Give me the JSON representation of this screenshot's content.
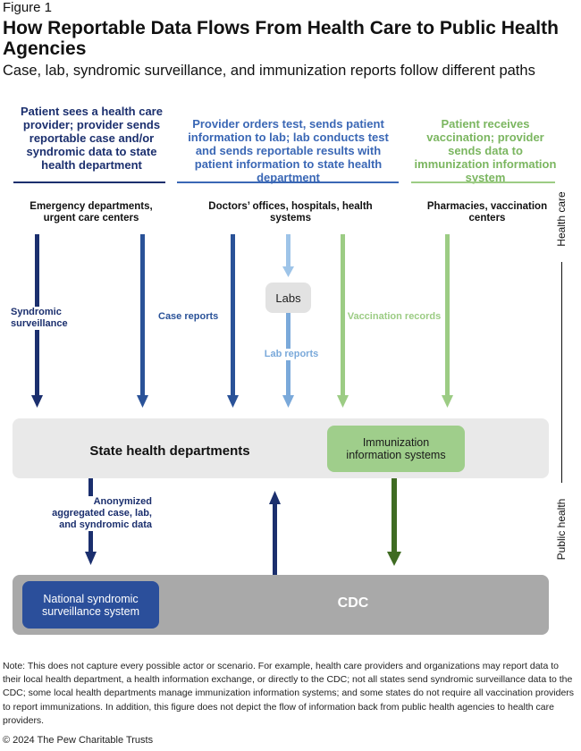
{
  "figure_label": "Figure 1",
  "title": "How Reportable Data Flows From Health Care to Public Health Agencies",
  "subtitle": "Case, lab, syndromic surveillance, and immunization reports follow different paths",
  "columns": {
    "left_header": "Patient sees a health care provider; provider sends reportable case and/or syndromic data to state health department",
    "middle_header": "Provider orders test, sends patient information to lab; lab conducts test and sends reportable results with patient information to state health department",
    "right_header": "Patient receives vaccination; provider sends data to immunization information system"
  },
  "sources": {
    "emergency": "Emergency departments, urgent care centers",
    "doctors": "Doctors’ offices, hospitals, health systems",
    "pharmacies": "Pharmacies, vaccination centers"
  },
  "flows": {
    "syndromic": "Syndromic surveillance",
    "case_reports": "Case reports",
    "labs": "Labs",
    "lab_reports": "Lab reports",
    "vaccination_records": "Vaccination records",
    "anonymized": "Anonymized aggregated case, lab, and syndromic data"
  },
  "boxes": {
    "state": "State health departments",
    "iis": "Immunization information systems",
    "cdc": "CDC",
    "nss": "National syndromic surveillance system"
  },
  "side_labels": {
    "health_care": "Health care",
    "public_health": "Public health"
  },
  "note": "Note: This does not capture every possible actor or scenario. For example, health care providers and organizations may report data to their local health department, a health information exchange, or directly to the CDC; not all states send syndromic surveillance data to the CDC; some local health departments manage immunization information systems; and some states do not require all vaccination providers to report immunizations. In addition, this figure does not depict the flow of information back from public health agencies to health care providers.",
  "copyright": "© 2024 The Pew Charitable Trusts",
  "colors": {
    "dark_navy": "#1b2f6e",
    "mid_blue": "#2a5298",
    "light_blue": "#9ec4e8",
    "light_green": "#9ccc84",
    "dark_green": "#3f6b22",
    "gray_band": "#e9e9e9",
    "cdc_gray": "#a9a9a9",
    "nss_blue": "#2b4f9b",
    "iis_green": "#9fce8b"
  }
}
